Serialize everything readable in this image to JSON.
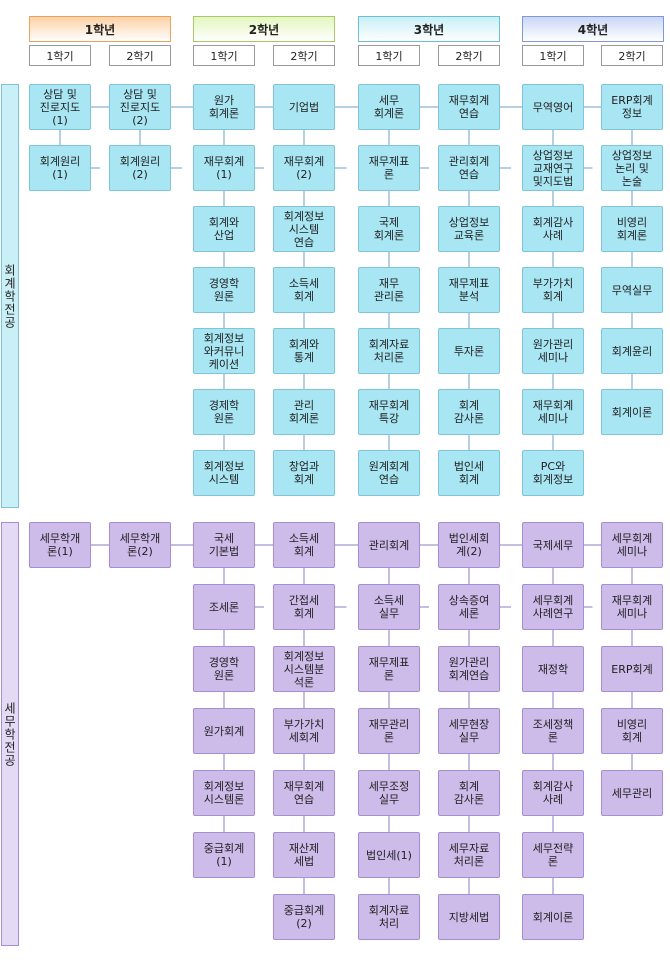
{
  "years": [
    {
      "label": "1학년",
      "color": "#fcd1a6",
      "border": "#e9a35c"
    },
    {
      "label": "2학년",
      "color": "#e4f6bf",
      "border": "#a8c86a"
    },
    {
      "label": "3학년",
      "color": "#c9eff7",
      "border": "#6cbfd6"
    },
    {
      "label": "4학년",
      "color": "#c9d6f5",
      "border": "#7f98d6"
    }
  ],
  "semesters": [
    "1학기",
    "2학기",
    "1학기",
    "2학기",
    "1학기",
    "2학기",
    "1학기",
    "2학기"
  ],
  "majors": [
    {
      "label": "회계학전공",
      "color": "#c9eff7",
      "border": "#7fc4d8",
      "columns": [
        [
          "상담 및\n진로지도\n(1)",
          "회계원리\n(1)"
        ],
        [
          "상담 및\n진로지도\n(2)",
          "회계원리\n(2)"
        ],
        [
          "원가\n회계론",
          "재무회계\n(1)",
          "회계와\n산업",
          "경영학\n원론",
          "회계정보\n와커뮤니\n케이션",
          "경제학\n원론",
          "회계정보\n시스템"
        ],
        [
          "기업법",
          "재무회계\n(2)",
          "회계정보\n시스템\n연습",
          "소득세\n회계",
          "회계와\n통계",
          "관리\n회계론",
          "창업과\n회계"
        ],
        [
          "세무\n회계론",
          "재무제표\n론",
          "국제\n회계론",
          "재무\n관리론",
          "회계자료\n처리론",
          "재무회계\n특강",
          "원계회계\n연습"
        ],
        [
          "재무회계\n연습",
          "관리회계\n연습",
          "상업정보\n교육론",
          "재무제표\n분석",
          "투자론",
          "회계\n감사론",
          "법인세\n회계"
        ],
        [
          "무역영어",
          "상업정보\n교재연구\n및지도법",
          "회계감사\n사례",
          "부가가치\n회계",
          "원가관리\n세미나",
          "재무회계\n세미나",
          "PC와\n회계정보"
        ],
        [
          "ERP회계\n정보",
          "상업정보\n논리 및\n논술",
          "비영리\n회계론",
          "무역실무",
          "회계윤리",
          "회계이론"
        ]
      ]
    },
    {
      "label": "세무학전공",
      "color": "#e4daf5",
      "border": "#a58fd0",
      "columns": [
        [
          "세무학개\n론(1)"
        ],
        [
          "세무학개\n론(2)"
        ],
        [
          "국세\n기본법",
          "조세론",
          "경영학\n원론",
          "원가회계",
          "회계정보\n시스템론",
          "중급회계\n(1)"
        ],
        [
          "소득세\n회계",
          "간접세\n회계",
          "회계정보\n시스템분\n석론",
          "부가가치\n세회계",
          "재무회계\n연습",
          "재산제\n세법",
          "중급회계\n(2)"
        ],
        [
          "관리회계",
          "소득세\n실무",
          "재무제표\n론",
          "재무관리\n론",
          "세무조정\n실무",
          "법인세(1)",
          "회계자료\n처리"
        ],
        [
          "법인세회\n계(2)",
          "상속증여\n세론",
          "원가관리\n회계연습",
          "세무현장\n실무",
          "회계\n감사론",
          "세무자료\n처리론",
          "지방세법"
        ],
        [
          "국제세무",
          "세무회계\n사례연구",
          "재정학",
          "조세정책\n론",
          "회계감사\n사례",
          "세무전략\n론",
          "회계이론"
        ],
        [
          "세무회계\n세미나",
          "재무회계\n세미나",
          "ERP회계",
          "비영리\n회계",
          "세무관리"
        ]
      ]
    }
  ]
}
